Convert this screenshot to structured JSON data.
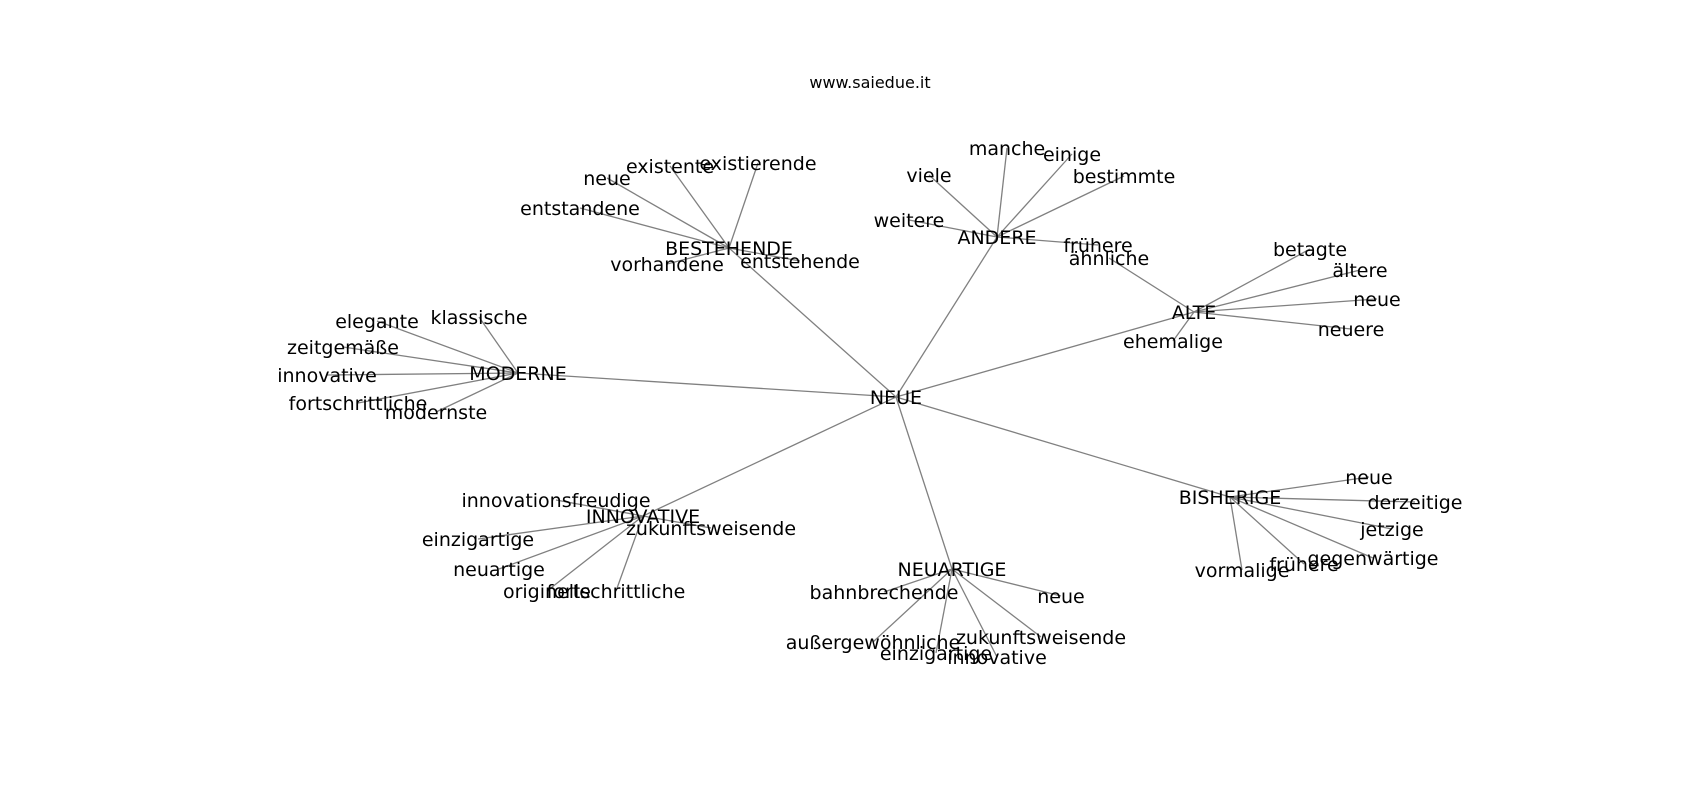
{
  "title": "www.saiedue.it",
  "colors": {
    "edge": "#808080",
    "text": "#000000",
    "background": "#ffffff"
  },
  "graph": {
    "root": "NEUE",
    "nodes": [
      {
        "id": "neue_root",
        "label": "NEUE"
      },
      {
        "id": "bestehende",
        "label": "BESTEHENDE"
      },
      {
        "id": "andere",
        "label": "ANDERE"
      },
      {
        "id": "alte",
        "label": "ALTE"
      },
      {
        "id": "moderne",
        "label": "MODERNE"
      },
      {
        "id": "innovative_hub",
        "label": "INNOVATIVE"
      },
      {
        "id": "neuartige_hub",
        "label": "NEUARTIGE"
      },
      {
        "id": "bisherige",
        "label": "BISHERIGE"
      },
      {
        "id": "b_existierende",
        "label": "existierende"
      },
      {
        "id": "b_existente",
        "label": "existente"
      },
      {
        "id": "b_neue",
        "label": "neue"
      },
      {
        "id": "b_entstandene",
        "label": "entstandene"
      },
      {
        "id": "b_vorhandene",
        "label": "vorhandene"
      },
      {
        "id": "b_entstehende",
        "label": "entstehende"
      },
      {
        "id": "a_manche",
        "label": "manche"
      },
      {
        "id": "a_einige",
        "label": "einige"
      },
      {
        "id": "a_viele",
        "label": "viele"
      },
      {
        "id": "a_bestimmte",
        "label": "bestimmte"
      },
      {
        "id": "a_weitere",
        "label": "weitere"
      },
      {
        "id": "a_fruehere",
        "label": "frühere"
      },
      {
        "id": "l_betagte",
        "label": "betagte"
      },
      {
        "id": "l_aehnliche",
        "label": "ähnliche"
      },
      {
        "id": "l_aeltere",
        "label": "ältere"
      },
      {
        "id": "l_neue",
        "label": "neue"
      },
      {
        "id": "l_neuere",
        "label": "neuere"
      },
      {
        "id": "l_ehemalige",
        "label": "ehemalige"
      },
      {
        "id": "m_elegante",
        "label": "elegante"
      },
      {
        "id": "m_klassische",
        "label": "klassische"
      },
      {
        "id": "m_zeitgemaesse",
        "label": "zeitgemäße"
      },
      {
        "id": "m_innovative",
        "label": "innovative"
      },
      {
        "id": "m_fortschrittliche",
        "label": "fortschrittliche"
      },
      {
        "id": "m_modernste",
        "label": "modernste"
      },
      {
        "id": "i_innovationsfreudige",
        "label": "innovationsfreudige"
      },
      {
        "id": "i_zukunftsweisende",
        "label": "zukunftsweisende"
      },
      {
        "id": "i_einzigartige",
        "label": "einzigartige"
      },
      {
        "id": "i_neuartige",
        "label": "neuartige"
      },
      {
        "id": "i_originelle",
        "label": "originelle"
      },
      {
        "id": "i_fortschrittliche",
        "label": "fortschrittliche"
      },
      {
        "id": "n_bahnbrechende",
        "label": "bahnbrechende"
      },
      {
        "id": "n_neue",
        "label": "neue"
      },
      {
        "id": "n_aussergewoehnliche",
        "label": "außergewöhnliche"
      },
      {
        "id": "n_einzigartige",
        "label": "einzigartige"
      },
      {
        "id": "n_zukunftsweisende",
        "label": "zukunftsweisende"
      },
      {
        "id": "n_innovative",
        "label": "innovative"
      },
      {
        "id": "s_neue",
        "label": "neue"
      },
      {
        "id": "s_derzeitige",
        "label": "derzeitige"
      },
      {
        "id": "s_jetzige",
        "label": "jetzige"
      },
      {
        "id": "s_gegenwaertige",
        "label": "gegenwärtige"
      },
      {
        "id": "s_fruehere",
        "label": "frühere"
      },
      {
        "id": "s_vormalige",
        "label": "vormalige"
      }
    ],
    "edges": [
      [
        "neue_root",
        "bestehende"
      ],
      [
        "neue_root",
        "andere"
      ],
      [
        "neue_root",
        "alte"
      ],
      [
        "neue_root",
        "moderne"
      ],
      [
        "neue_root",
        "innovative_hub"
      ],
      [
        "neue_root",
        "neuartige_hub"
      ],
      [
        "neue_root",
        "bisherige"
      ],
      [
        "bestehende",
        "b_existierende"
      ],
      [
        "bestehende",
        "b_existente"
      ],
      [
        "bestehende",
        "b_neue"
      ],
      [
        "bestehende",
        "b_entstandene"
      ],
      [
        "bestehende",
        "b_vorhandene"
      ],
      [
        "bestehende",
        "b_entstehende"
      ],
      [
        "andere",
        "a_manche"
      ],
      [
        "andere",
        "a_einige"
      ],
      [
        "andere",
        "a_viele"
      ],
      [
        "andere",
        "a_bestimmte"
      ],
      [
        "andere",
        "a_weitere"
      ],
      [
        "andere",
        "a_fruehere"
      ],
      [
        "alte",
        "l_betagte"
      ],
      [
        "alte",
        "l_aehnliche"
      ],
      [
        "alte",
        "l_aeltere"
      ],
      [
        "alte",
        "l_neue"
      ],
      [
        "alte",
        "l_neuere"
      ],
      [
        "alte",
        "l_ehemalige"
      ],
      [
        "moderne",
        "m_elegante"
      ],
      [
        "moderne",
        "m_klassische"
      ],
      [
        "moderne",
        "m_zeitgemaesse"
      ],
      [
        "moderne",
        "m_innovative"
      ],
      [
        "moderne",
        "m_fortschrittliche"
      ],
      [
        "moderne",
        "m_modernste"
      ],
      [
        "innovative_hub",
        "i_innovationsfreudige"
      ],
      [
        "innovative_hub",
        "i_zukunftsweisende"
      ],
      [
        "innovative_hub",
        "i_einzigartige"
      ],
      [
        "innovative_hub",
        "i_neuartige"
      ],
      [
        "innovative_hub",
        "i_originelle"
      ],
      [
        "innovative_hub",
        "i_fortschrittliche"
      ],
      [
        "neuartige_hub",
        "n_bahnbrechende"
      ],
      [
        "neuartige_hub",
        "n_neue"
      ],
      [
        "neuartige_hub",
        "n_aussergewoehnliche"
      ],
      [
        "neuartige_hub",
        "n_einzigartige"
      ],
      [
        "neuartige_hub",
        "n_zukunftsweisende"
      ],
      [
        "neuartige_hub",
        "n_innovative"
      ],
      [
        "bisherige",
        "s_neue"
      ],
      [
        "bisherige",
        "s_derzeitige"
      ],
      [
        "bisherige",
        "s_jetzige"
      ],
      [
        "bisherige",
        "s_gegenwaertige"
      ],
      [
        "bisherige",
        "s_fruehere"
      ],
      [
        "bisherige",
        "s_vormalige"
      ]
    ]
  }
}
